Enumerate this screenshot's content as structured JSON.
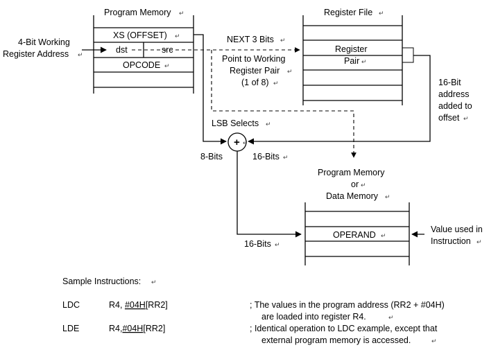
{
  "program_memory": {
    "title": "Program Memory",
    "rows": {
      "xs": "XS (OFFSET)",
      "dst": "dst",
      "src": "src",
      "opcode": "OPCODE"
    }
  },
  "register_file": {
    "title": "Register File",
    "pair_line1": "Register",
    "pair_line2": "Pair"
  },
  "working_address": {
    "line1": "4-Bit Working",
    "line2": "Register Address"
  },
  "next3": "NEXT 3 Bits",
  "point_to": {
    "line1": "Point to Working",
    "line2": "Register Pair",
    "line3": "(1 of 8)"
  },
  "address_added": {
    "line1": "16-Bit",
    "line2": "address",
    "line3": "added to",
    "line4": "offset"
  },
  "lsb_selects": "LSB Selects",
  "adder_symbol": "+",
  "eight_bits": "8-Bits",
  "sixteen_bits_a": "16-Bits",
  "sixteen_bits_b": "16-Bits",
  "target_memory": {
    "line1": "Program Memory",
    "line2": "or",
    "line3": "Data Memory",
    "operand": "OPERAND"
  },
  "value_used": {
    "line1": "Value used in",
    "line2": "Instruction"
  },
  "samples": {
    "heading": "Sample Instructions:",
    "rows": [
      {
        "op": "LDC",
        "args_prefix": "R4, ",
        "args_mark": "#04H",
        "args_suffix": "[RR2]",
        "comment1": "; The values in the program address (RR2 + #04H)",
        "comment2": "are loaded into register R4."
      },
      {
        "op": "LDE",
        "args_prefix": "R4,",
        "args_mark": "#04H",
        "args_suffix": "[RR2]",
        "comment1": "; Identical operation to LDC example,  except that",
        "comment2": "external program memory is accessed."
      }
    ]
  }
}
